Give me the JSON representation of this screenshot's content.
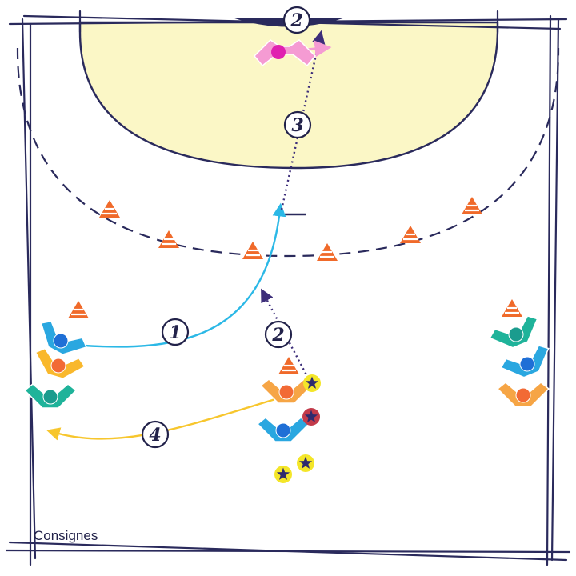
{
  "caption": "Consignes",
  "steps": [
    "1",
    "2",
    "2",
    "3",
    "4"
  ],
  "colors": {
    "line": "#2a2a5c",
    "goal_area": "#fbf7c6",
    "cone": "#f06a2a",
    "pass_arrow": "#3d2e7a",
    "run_arrow_cyan": "#2bb8e6",
    "run_arrow_yellow": "#f7c62d",
    "player_blue": "#2aa7e0",
    "player_yellow": "#f9b82c",
    "player_teal": "#1fb39a",
    "player_orange": "#f6a545",
    "goalkeeper": "#f59bd3",
    "ball": "#f4e629",
    "ball_defender": "#c23a4a"
  },
  "icons": {
    "cone": "cone-icon",
    "ball": "star-ball-icon",
    "player": "player-chevron-icon",
    "goalkeeper": "goalkeeper-icon"
  }
}
